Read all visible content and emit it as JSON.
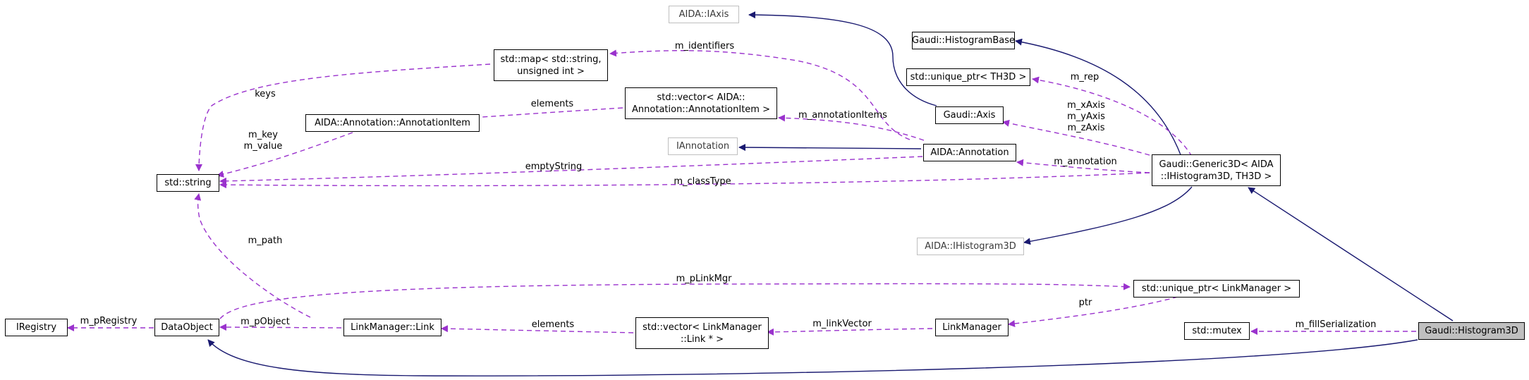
{
  "colors": {
    "inherit": "#191970",
    "usage": "#9a32cd",
    "focus_fill": "#bfbfbf",
    "external_border": "#bfbfbf"
  },
  "nodes": {
    "iaxis": "AIDA::IAxis",
    "histogram_base": "Gaudi::HistogramBase",
    "map": [
      "std::map< std::string,",
      "unsigned int >"
    ],
    "unique_ptr_th3d": "std::unique_ptr< TH3D >",
    "vector_annotation_item": [
      "std::vector< AIDA::",
      "Annotation::AnnotationItem >"
    ],
    "annotation_item": "AIDA::Annotation::AnnotationItem",
    "axis": "Gaudi::Axis",
    "iannotation": "IAnnotation",
    "annotation": "AIDA::Annotation",
    "string": "std::string",
    "generic3d": [
      "Gaudi::Generic3D< AIDA",
      "::IHistogram3D, TH3D >"
    ],
    "ihistogram3d": "AIDA::IHistogram3D",
    "unique_ptr_link_manager": "std::unique_ptr< LinkManager >",
    "iregistry": "IRegistry",
    "data_object": "DataObject",
    "link_manager_link": "LinkManager::Link",
    "vector_link": [
      "std::vector< LinkManager",
      "::Link * >"
    ],
    "link_manager": "LinkManager",
    "mutex": "std::mutex",
    "histogram3d": "Gaudi::Histogram3D"
  },
  "edge_labels": {
    "m_identifiers": "m_identifiers",
    "keys": "keys",
    "elements_annotation": "elements",
    "m_key_value": [
      "m_key",
      "m_value"
    ],
    "m_annotation_items": "m_annotationItems",
    "m_rep": "m_rep",
    "m_axes": [
      "m_xAxis",
      "m_yAxis",
      "m_zAxis"
    ],
    "empty_string": "emptyString",
    "m_annotation": "m_annotation",
    "m_class_type": "m_classType",
    "m_path": "m_path",
    "m_p_link_mgr": "m_pLinkMgr",
    "ptr": "ptr",
    "m_p_registry": "m_pRegistry",
    "m_p_object": "m_pObject",
    "elements_link": "elements",
    "m_link_vector": "m_linkVector",
    "m_fill_serialization": "m_fillSerialization"
  }
}
